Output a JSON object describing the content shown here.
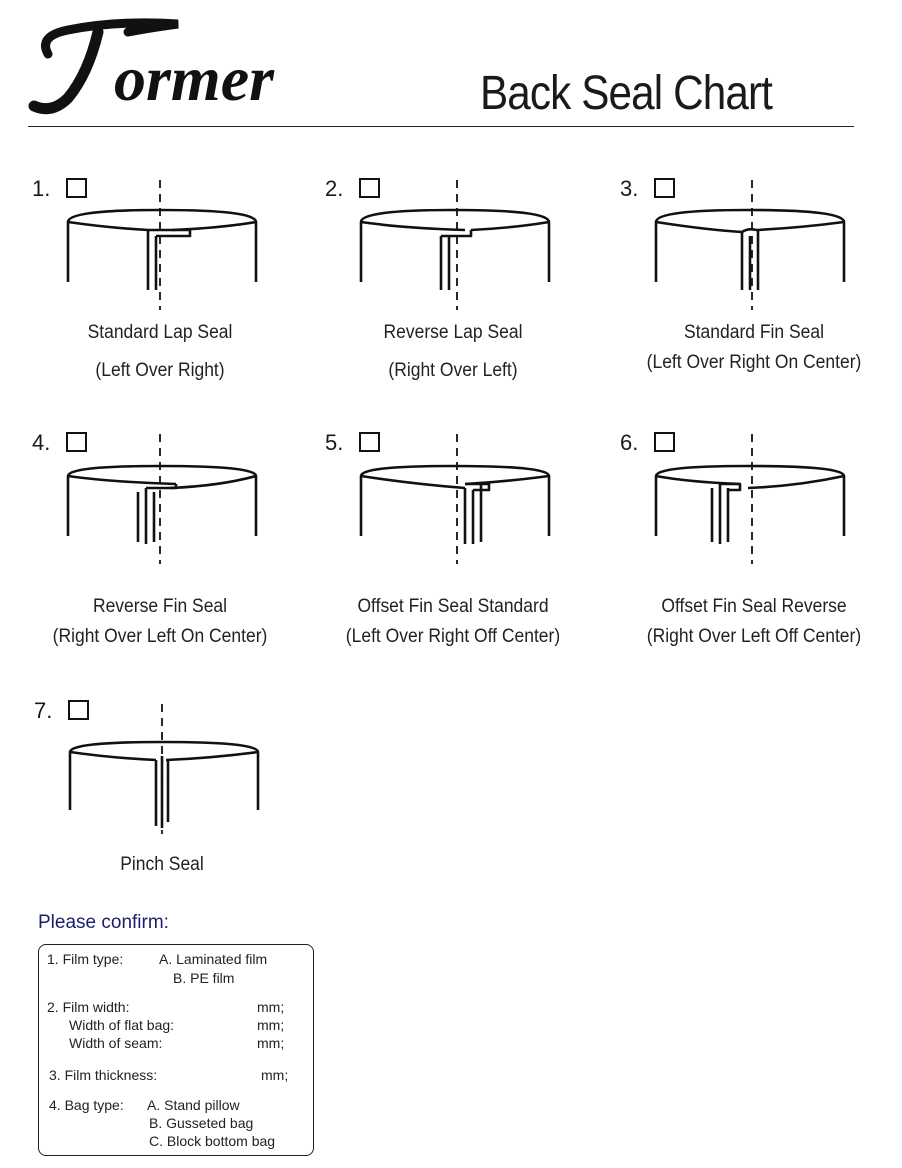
{
  "header": {
    "logo_text": "Former",
    "title": "Back Seal Chart"
  },
  "options": [
    {
      "number": "1.",
      "line1": "Standard Lap Seal",
      "line2": "(Left Over Right)"
    },
    {
      "number": "2.",
      "line1": "Reverse Lap Seal",
      "line2": "(Right Over Left)"
    },
    {
      "number": "3.",
      "line1": "Standard Fin Seal",
      "line2": "(Left Over Right On Center)"
    },
    {
      "number": "4.",
      "line1": "Reverse Fin Seal",
      "line2": "(Right Over Left On Center)"
    },
    {
      "number": "5.",
      "line1": "Offset Fin Seal Standard",
      "line2": "(Left Over Right Off Center)"
    },
    {
      "number": "6.",
      "line1": "Offset Fin Seal Reverse",
      "line2": "(Right Over Left Off Center)"
    },
    {
      "number": "7.",
      "line1": "Pinch Seal",
      "line2": ""
    }
  ],
  "confirm": {
    "title": "Please confirm:",
    "film_type_label": "1.  Film type:",
    "film_type_a": "A. Laminated film",
    "film_type_b": "B. PE film",
    "film_width_label": "2.  Film width:",
    "film_width_unit": "mm;",
    "flat_bag_label": "Width of flat bag:",
    "flat_bag_unit": "mm;",
    "seam_label": "Width of seam:",
    "seam_unit": "mm;",
    "thickness_label": "3.  Film thickness:",
    "thickness_unit": "mm;",
    "bag_type_label": "4. Bag type:",
    "bag_type_a": "A. Stand pillow",
    "bag_type_b": "B. Gusseted bag",
    "bag_type_c": "C. Block bottom bag"
  }
}
